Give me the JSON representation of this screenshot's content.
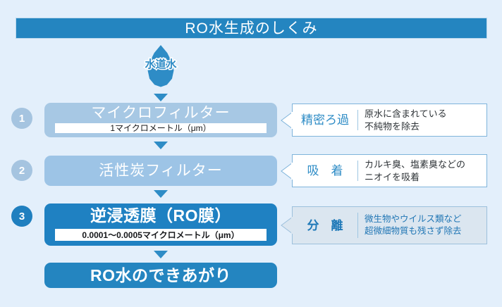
{
  "header": {
    "title": "RO水生成のしくみ"
  },
  "source": {
    "label": "水道水",
    "icon": "water-drop-icon"
  },
  "steps": [
    {
      "number": "1",
      "title": "マイクロフィルター",
      "spec": "1マイクロメートル（μm）",
      "callout": {
        "label": "精密ろ過",
        "desc_line1": "原水に含まれている",
        "desc_line2": "不純物を除去"
      }
    },
    {
      "number": "2",
      "title": "活性炭フィルター",
      "spec": "",
      "callout": {
        "label": "吸　着",
        "desc_line1": "カルキ臭、塩素臭などの",
        "desc_line2": "ニオイを吸着"
      }
    },
    {
      "number": "3",
      "title": "逆浸透膜（RO膜）",
      "spec": "0.0001〜0.0005マイクロメートル（μm）",
      "callout": {
        "label": "分　離",
        "desc_line1": "微生物やウイルス類など",
        "desc_line2": "超微細物質も残さず除去"
      }
    }
  ],
  "result": {
    "title": "RO水のできあがり"
  },
  "colors": {
    "background": "#e3effb",
    "title_bar": "#2485c0",
    "accent_blue": "#2e8cc6",
    "step1_box": "#a7c8e4",
    "step2_box": "#9dc4e6",
    "step3_box": "#1f81c2",
    "result_box": "#2485c0",
    "badge_muted": "#a5c4e0",
    "badge_active": "#1f7fbf",
    "callout_border": "#7fb4db",
    "callout_alt_bg": "#dbe6f0",
    "spec_bg": "#ffffff",
    "text_white": "#ffffff",
    "text_dark": "#2f3438"
  }
}
